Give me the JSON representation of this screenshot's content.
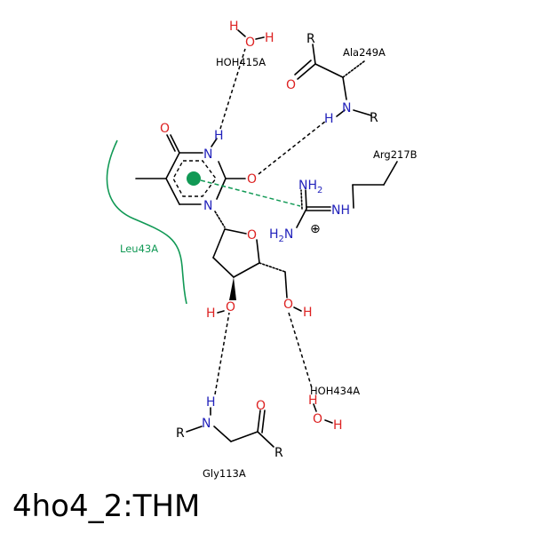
{
  "title": "4ho4_2:THM",
  "residues": {
    "hoh415": "HOH415A",
    "ala249": "Ala249A",
    "arg217": "Arg217B",
    "leu43": "Leu43A",
    "hoh434": "HOH434A",
    "gly113": "Gly113A"
  },
  "atoms": {
    "O": "O",
    "N": "N",
    "H": "H",
    "R": "R",
    "NH": "NH",
    "NH2": "NH",
    "H2N": "H",
    "sub2": "2",
    "N_suffix": "N",
    "plus": "⊕"
  },
  "colors": {
    "oxygen": "#dd2222",
    "nitrogen": "#2222bb",
    "hydrophobic": "#119955"
  }
}
